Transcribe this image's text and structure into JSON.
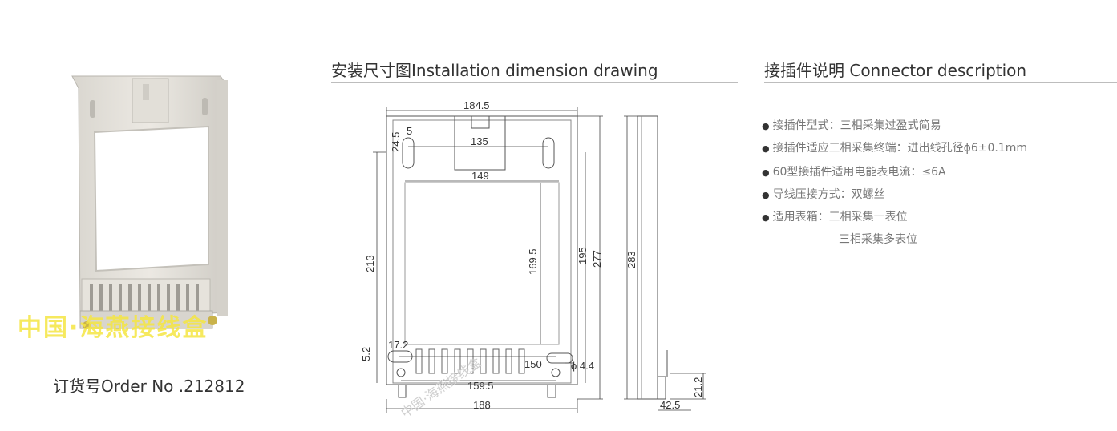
{
  "product": {
    "watermark": "中国·海燕接线盒",
    "order_number": "订货号Order No .212812"
  },
  "installation": {
    "title": "安装尺寸图Installation dimension drawing",
    "dimensions": {
      "top_width": "184.5",
      "slot_offset": "24.5",
      "slot_width": "5",
      "slot_spacing": "135",
      "window_width": "149",
      "total_height_left": "213",
      "window_height": "169.5",
      "inner_height": "195",
      "outer_height": "277",
      "side_height": "283",
      "bottom_slot_width": "17.2",
      "bottom_offset": "5.2",
      "bottom_hole_span": "150",
      "hole_diameter": "ϕ 4.4",
      "base_width": "159.5",
      "total_width": "188",
      "side_depth": "42.5",
      "side_foot_height": "21.2"
    },
    "watermark": "中国·海燕接线盒"
  },
  "connector": {
    "title": "接插件说明 Connector description",
    "items": [
      "接插件型式：三相采集过盈式简易",
      "接插件适应三相采集终端：进出线孔径ϕ6±0.1mm",
      "60型接插件适用电能表电流：≤6A",
      "导线压接方式：双螺丝",
      "适用表箱：三相采集一表位"
    ],
    "continuation": "三相采集多表位"
  }
}
